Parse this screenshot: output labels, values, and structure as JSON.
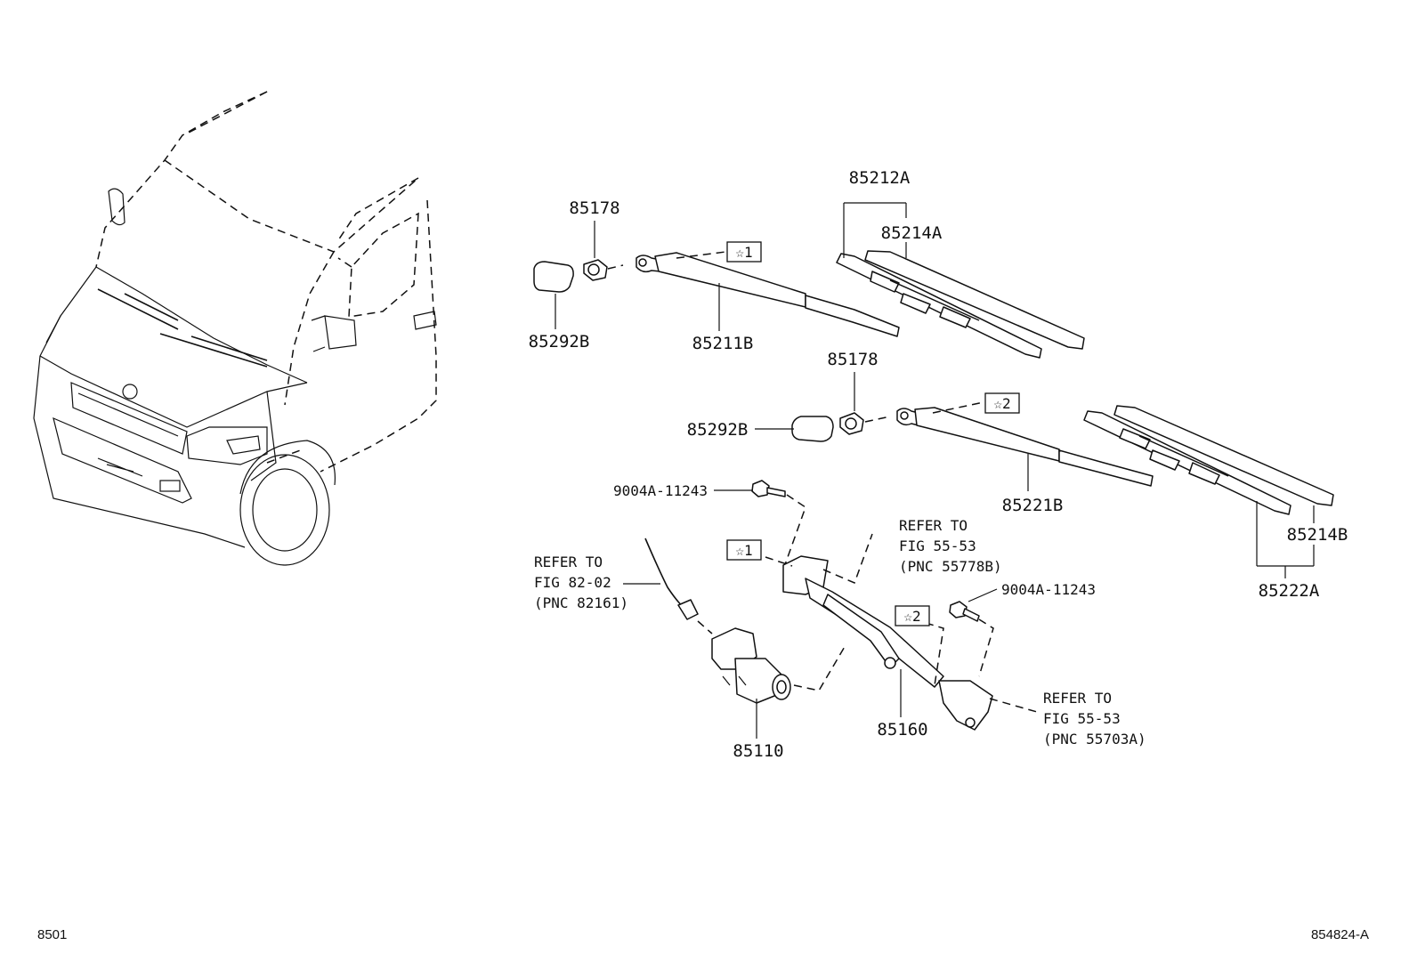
{
  "diagram": {
    "labels": {
      "pn_85178_top": "85178",
      "pn_85292b_top": "85292B",
      "pn_85211b": "85211B",
      "pn_85212a": "85212A",
      "pn_85214a": "85214A",
      "pn_85178_mid": "85178",
      "pn_85292b_mid": "85292B",
      "pn_85221b": "85221B",
      "pn_85214b": "85214B",
      "pn_85222a": "85222A",
      "bolt_left": "9004A-11243",
      "bolt_right": "9004A-11243",
      "pn_85110": "85110",
      "pn_85160": "85160"
    },
    "markers": {
      "star1_top": "☆1",
      "star2_top": "☆2",
      "star1_link": "☆1",
      "star2_link": "☆2"
    },
    "refs": {
      "ref_82_02": [
        "REFER TO",
        "FIG 82-02",
        "(PNC 82161)"
      ],
      "ref_55778b": [
        "REFER TO",
        "FIG 55-53",
        "(PNC 55778B)"
      ],
      "ref_55703a": [
        "REFER TO",
        "FIG 55-53",
        "(PNC 55703A)"
      ]
    },
    "footer": {
      "left_code": "8501",
      "right_code": "854824-A"
    }
  }
}
